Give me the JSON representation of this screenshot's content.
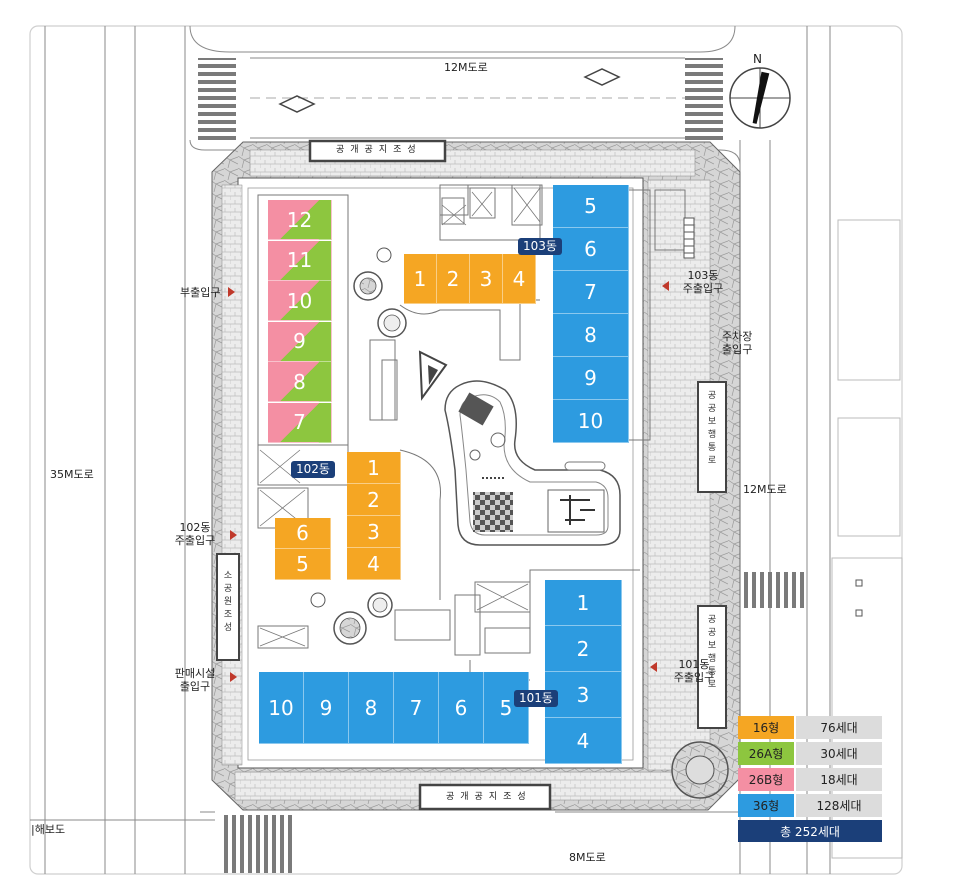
{
  "roads": {
    "top": "12M도로",
    "right": "12M도로",
    "left": "35M도로",
    "bottom": "8M도로",
    "bottom_left": "|해보도"
  },
  "compass": "N",
  "entrances": {
    "sub": "부출입구",
    "b103_line1": "103동",
    "b103_line2": "주출입구",
    "parking_line1": "주차장",
    "parking_line2": "출입구",
    "b102_line1": "102동",
    "b102_line2": "주출입구",
    "retail_line1": "판매시설",
    "retail_line2": "출입구",
    "b101_line1": "101동",
    "b101_line2": "주출입구"
  },
  "buildings": {
    "b101": "101동",
    "b102": "102동",
    "b103": "103동"
  },
  "vertical_labels": {
    "right_top": "공공보행통로",
    "right_bottom": "공공보행통로",
    "left": "소공원조성",
    "top": "공개공지조성",
    "bottom": "공개공지조성"
  },
  "units": {
    "b103_36": [
      "5",
      "6",
      "7",
      "8",
      "9",
      "10"
    ],
    "b103_16": [
      "1",
      "2",
      "3",
      "4"
    ],
    "b102_26": [
      "12",
      "11",
      "10",
      "9",
      "8",
      "7"
    ],
    "b102_16": [
      "1",
      "2",
      "3",
      "4"
    ],
    "b102_16b": [
      "6",
      "5"
    ],
    "b101_36v": [
      "1",
      "2",
      "3",
      "4"
    ],
    "b101_36h": [
      "10",
      "9",
      "8",
      "7",
      "6",
      "5"
    ]
  },
  "legend": {
    "rows": [
      {
        "type": "16형",
        "count": "76세대",
        "color": "#f5a623"
      },
      {
        "type": "26A형",
        "count": "30세대",
        "color": "#8dc63f"
      },
      {
        "type": "26B형",
        "count": "18세대",
        "color": "#f48fa3"
      },
      {
        "type": "36형",
        "count": "128세대",
        "color": "#2d9be0"
      }
    ],
    "total": "총 252세대"
  },
  "colors": {
    "t16": "#f5a623",
    "t26a": "#8dc63f",
    "t26b": "#f48fa3",
    "t36": "#2d9be0",
    "navy": "#1b3f79"
  }
}
